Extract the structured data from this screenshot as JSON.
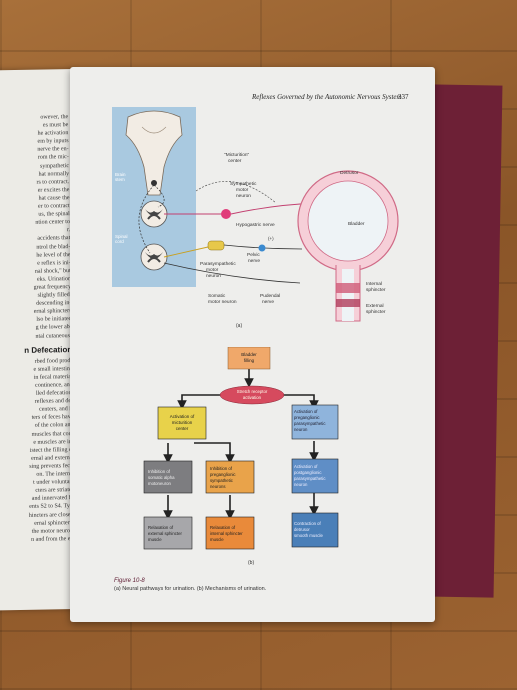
{
  "left_page": {
    "lines": [
      "owever, the",
      "es must be",
      "he activation",
      "em by inputs",
      "nerve the en-",
      "rom the mic-",
      "sympathetic",
      "hat normally",
      "rs to contract.",
      "er excites the",
      "hat cause the",
      "er to contract",
      "us, the spinal",
      "ntion center to",
      "r.",
      "accidents that",
      "ntrol the blad-",
      "he level of the",
      "e reflex is ini-",
      "nal shock,\" but",
      "eks. Urination",
      "great frequency",
      "slightly filled.",
      "descending in-",
      "ernal sphincters",
      "lso be initiated",
      "g the lower ab-",
      "ntal cutaneous-"
    ],
    "section_heading": "n Defecation",
    "lines2": [
      "rbed food prod-",
      "e small intestine",
      "in fecal material",
      "continence, and",
      "lled defecation.",
      "reflexes and de-",
      "centers, and is",
      "ters of feces have",
      "",
      "of the colon and",
      "muscles that con-",
      "e muscles are in-",
      "istect the filling of",
      "ernal and external",
      "sing prevents fecal",
      "on. The internal",
      "t under voluntary",
      "cters are striated",
      "and innervated by",
      "ents S2 to S4. Typ-",
      "hincters are closed.",
      "ernal sphincter is",
      "the motor neurons",
      "n and from the ex-"
    ]
  },
  "page": {
    "running_head": "Reflexes Governed by the Autonomic Nervous System",
    "page_number": "337"
  },
  "figure_a": {
    "labels": {
      "micturition": "\"Micturition\"",
      "center": "center",
      "brain_stem_1": "Brain",
      "brain_stem_2": "stem",
      "spinal_cord_1": "Spinal",
      "spinal_cord_2": "cord",
      "sympathetic_1": "Sympathetic",
      "sympathetic_2": "motor",
      "sympathetic_3": "neuron",
      "hypogastric": "Hypogastric nerve",
      "detrusor": "Detrusor",
      "bladder": "Bladder",
      "pelvic_1": "Pelvic",
      "pelvic_2": "nerve",
      "plus": "(+)",
      "parasympathetic_1": "Parasympathetic",
      "parasympathetic_2": "motor",
      "parasympathetic_3": "neuron",
      "internal_1": "Internal",
      "internal_2": "sphincter",
      "external_1": "External",
      "external_2": "sphincter",
      "somatic_1": "Somatic",
      "somatic_2": "motor neuron",
      "pudendal_1": "Pudendal",
      "pudendal_2": "nerve",
      "panel": "(a)"
    }
  },
  "figure_b": {
    "boxes": {
      "bladder_filling_1": "Bladder",
      "bladder_filling_2": "filling",
      "stretch_1": "Stretch receptor",
      "stretch_2": "activation",
      "act_mict_1": "Activation of",
      "act_mict_2": "micturition",
      "act_mict_3": "center",
      "act_pre_1": "Activation of",
      "act_pre_2": "preganglionic",
      "act_pre_3": "parasympathetic",
      "act_pre_4": "neuron",
      "inh_som_1": "Inhibition of",
      "inh_som_2": "somatic alpha",
      "inh_som_3": "motoneuron",
      "inh_pre_1": "Inhibition of",
      "inh_pre_2": "preganglionic",
      "inh_pre_3": "sympathetic",
      "inh_pre_4": "neurons",
      "act_post_1": "Activation of",
      "act_post_2": "postganglionic",
      "act_post_3": "parasympathetic",
      "act_post_4": "neuron",
      "rel_ext_1": "Relaxation of",
      "rel_ext_2": "external sphincter",
      "rel_ext_3": "muscle",
      "rel_int_1": "Relaxation of",
      "rel_int_2": "internal sphincter",
      "rel_int_3": "muscle",
      "con_det_1": "Contraction of",
      "con_det_2": "detrusor",
      "con_det_3": "smooth muscle",
      "panel": "(b)"
    }
  },
  "caption": {
    "title": "Figure 10-8",
    "text": "(a) Neural pathways for urination. (b) Mechanisms of urination."
  }
}
